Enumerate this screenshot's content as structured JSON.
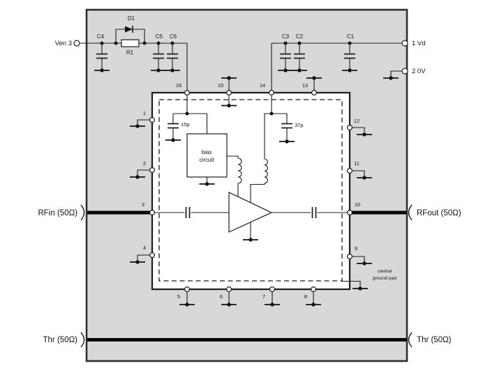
{
  "colors": {
    "board_fill": "#d8d8d8",
    "board_border": "#2e2e2e",
    "line": "#1b1b1b",
    "ic_fill": "#ffffff"
  },
  "terminals": {
    "ven": "Ven 3",
    "vd": "1 Vd",
    "zero_v": "2 0V"
  },
  "ports": {
    "rfin": "RFin (50Ω)",
    "rfout": "RFout (50Ω)",
    "thr_left": "Thr (50Ω)",
    "thr_right": "Thr (50Ω)"
  },
  "components": {
    "d1": "D1",
    "r1": "R1",
    "c4": "C4",
    "c5": "C5",
    "c6": "C6",
    "c3": "C3",
    "c2": "C2",
    "c1": "C1",
    "cap_15p": "15p",
    "cap_37p": "37p",
    "bias_line1": "bias",
    "bias_line2": "circuit",
    "pad_line1": "central",
    "pad_line2": "ground pad"
  },
  "pins": {
    "p1": "1",
    "p2": "2",
    "p3": "3",
    "p4": "4",
    "p5": "5",
    "p6": "6",
    "p7": "7",
    "p8": "8",
    "p9": "9",
    "p10": "10",
    "p11": "11",
    "p12": "12",
    "p13": "13",
    "p14": "14",
    "p15": "15",
    "p16": "16"
  }
}
